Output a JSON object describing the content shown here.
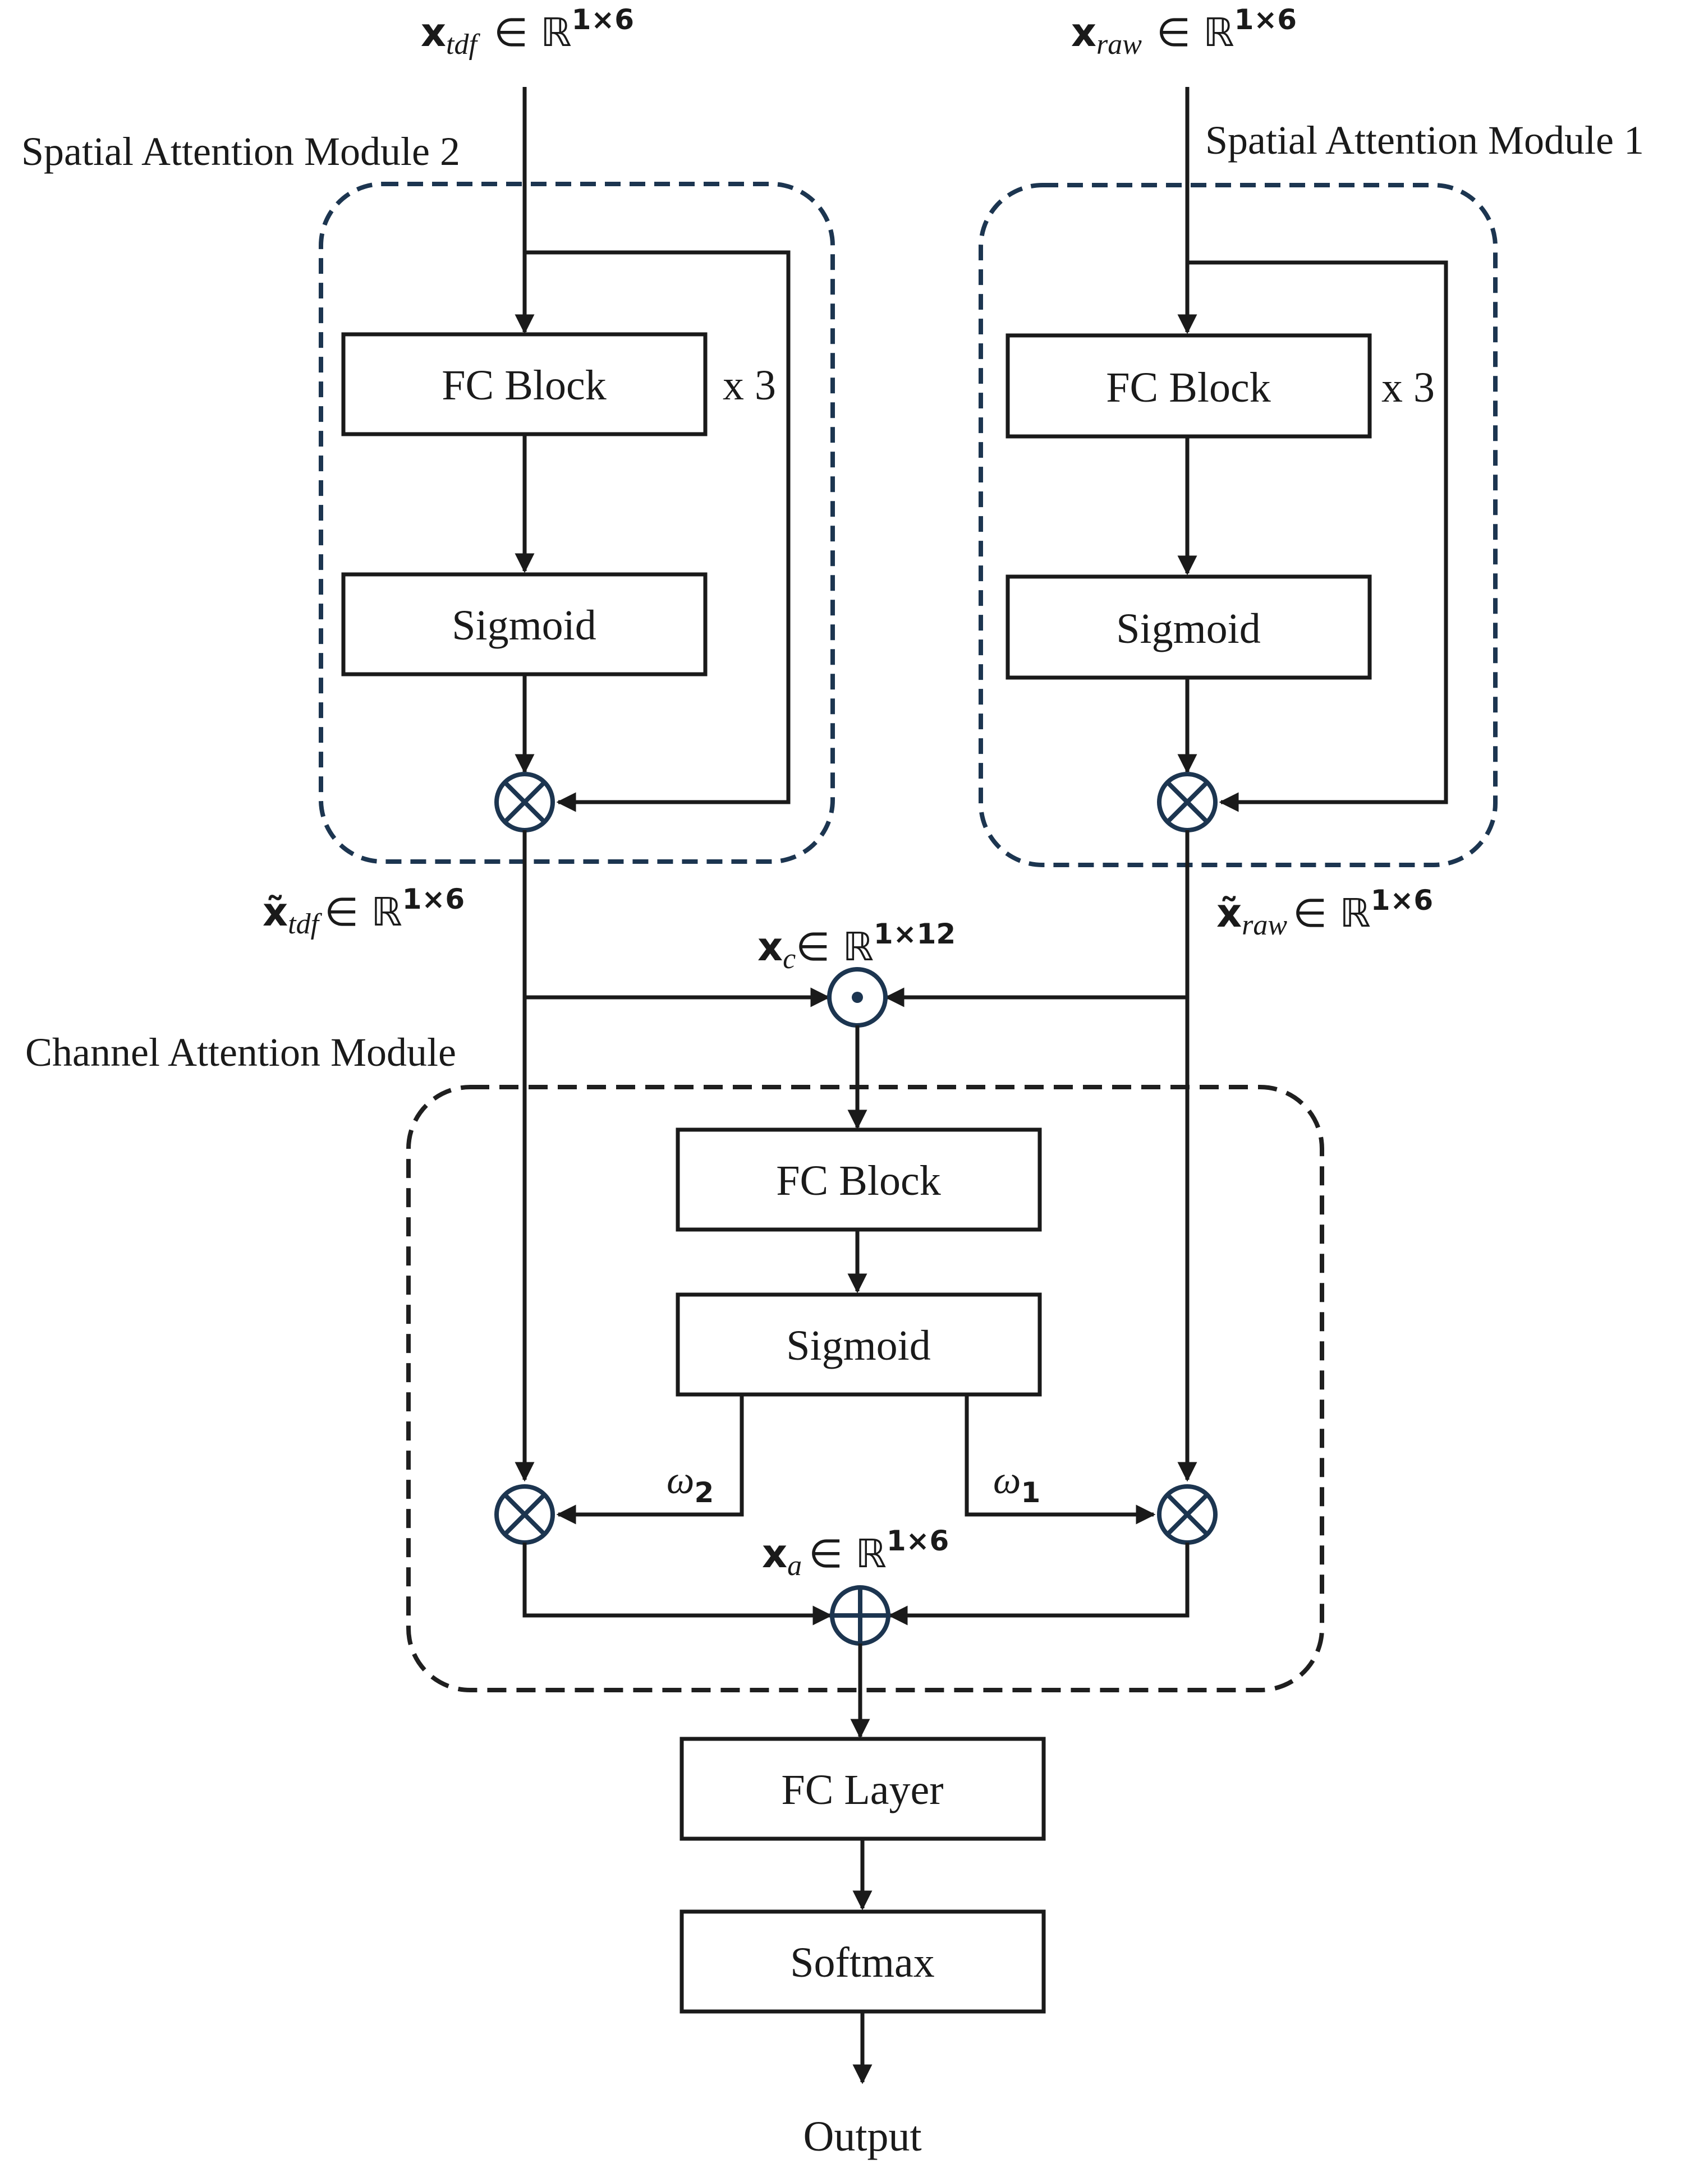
{
  "inputs": {
    "tdf": {
      "symbol": "x",
      "subscript": "tdf",
      "space": "∈ ℝ",
      "dim": "1×6"
    },
    "raw": {
      "symbol": "x",
      "subscript": "raw",
      "space": "∈ ℝ",
      "dim": "1×6"
    }
  },
  "modules": {
    "spatial2": "Spatial Attention Module 2",
    "spatial1": "Spatial Attention Module 1",
    "channel": "Channel Attention Module"
  },
  "blocks": {
    "fc_block": "FC Block",
    "sigmoid": "Sigmoid",
    "repeat": "x 3",
    "fc_layer": "FC Layer",
    "softmax": "Softmax",
    "output": "Output"
  },
  "features": {
    "tdf_tilde": {
      "symbol": "x̃",
      "subscript": "tdf",
      "space": "∈ ℝ",
      "dim": "1×6"
    },
    "raw_tilde": {
      "symbol": "x̃",
      "subscript": "raw",
      "space": "∈ ℝ",
      "dim": "1×6"
    },
    "concat": {
      "symbol": "x",
      "subscript": "c",
      "space": "∈ ℝ",
      "dim": "1×12"
    },
    "sum": {
      "symbol": "x",
      "subscript": "a",
      "space": "∈ ℝ",
      "dim": "1×6"
    }
  },
  "weights": {
    "w2": {
      "symbol": "ω",
      "subscript": "2"
    },
    "w1": {
      "symbol": "ω",
      "subscript": "1"
    }
  },
  "operators": {
    "multiply": "element-wise-multiply",
    "concat": "concatenation-dot",
    "add": "element-wise-add"
  },
  "colors": {
    "stroke": "#1a1a1a",
    "module_border": "#1c3550",
    "operator": "#1c3550"
  }
}
